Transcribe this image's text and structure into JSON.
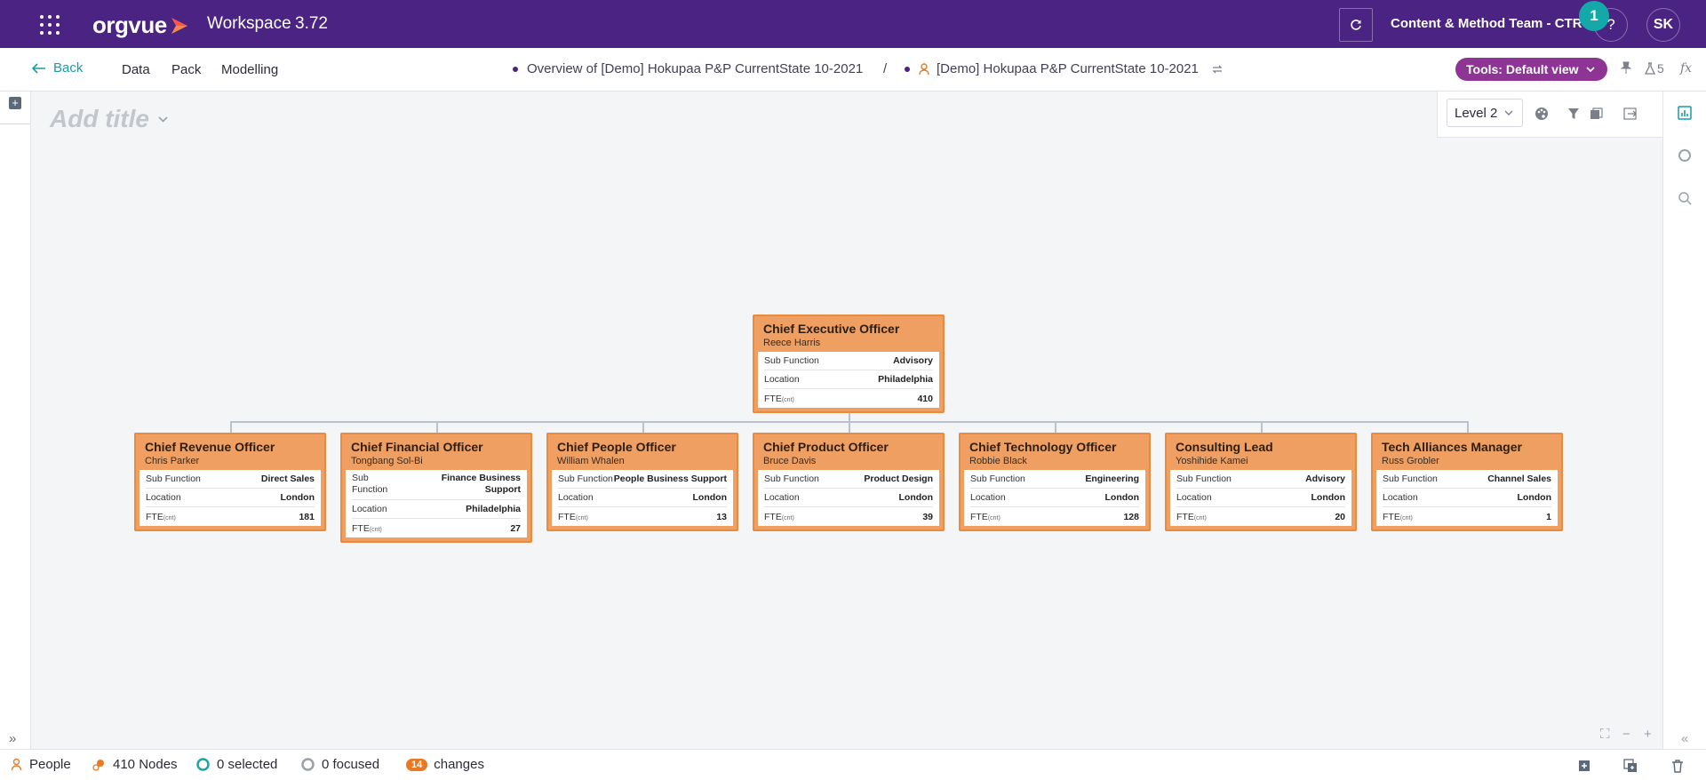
{
  "topbar": {
    "logo": "orgvue",
    "app_name": "Workspace",
    "version": "3.72",
    "team": "Content & Method Team - CTR",
    "notification_count": "1",
    "help": "?",
    "avatar_initials": "SK",
    "bg_color": "#4b2383"
  },
  "subbar": {
    "back": "Back",
    "menu": [
      "Data",
      "Pack",
      "Modelling"
    ],
    "breadcrumb": {
      "overview": "Overview of [Demo] Hokupaa P&P CurrentState 10-2021",
      "separator": "/",
      "dataset": "[Demo] Hokupaa P&P CurrentState 10-2021"
    },
    "tools_label": "Tools: Default view",
    "tools_color": "#8e3495",
    "flask_count": "5",
    "fx": "fx"
  },
  "canvas": {
    "title_placeholder": "Add title",
    "level": "Level 2"
  },
  "org_chart": {
    "root": {
      "title": "Chief Executive Officer",
      "name": "Reece Harris",
      "sub_function": "Advisory",
      "location": "Philadelphia",
      "fte": "410"
    },
    "field_labels": {
      "sub_function": "Sub Function",
      "location": "Location",
      "fte": "FTE",
      "fte_unit": "(cnt)"
    },
    "children": [
      {
        "title": "Chief Revenue Officer",
        "name": "Chris Parker",
        "sub_function": "Direct Sales",
        "location": "London",
        "fte": "181"
      },
      {
        "title": "Chief Financial Officer",
        "name": "Tongbang Sol-Bi",
        "sub_function": "Finance Business Support",
        "location": "Philadelphia",
        "fte": "27"
      },
      {
        "title": "Chief People Officer",
        "name": "William Whalen",
        "sub_function": "People Business Support",
        "location": "London",
        "fte": "13"
      },
      {
        "title": "Chief Product Officer",
        "name": "Bruce Davis",
        "sub_function": "Product Design",
        "location": "London",
        "fte": "39"
      },
      {
        "title": "Chief Technology Officer",
        "name": "Robbie Black",
        "sub_function": "Engineering",
        "location": "London",
        "fte": "128"
      },
      {
        "title": "Consulting Lead",
        "name": "Yoshihide Kamei",
        "sub_function": "Advisory",
        "location": "London",
        "fte": "20"
      },
      {
        "title": "Tech Alliances Manager",
        "name": "Russ Grobler",
        "sub_function": "Channel Sales",
        "location": "London",
        "fte": "1"
      }
    ],
    "card_color": "#ef9f61"
  },
  "bottombar": {
    "dataset": "People",
    "nodes": "410 Nodes",
    "selected": "0 selected",
    "focused": "0 focused",
    "changes_count": "14",
    "changes_label": "changes"
  }
}
